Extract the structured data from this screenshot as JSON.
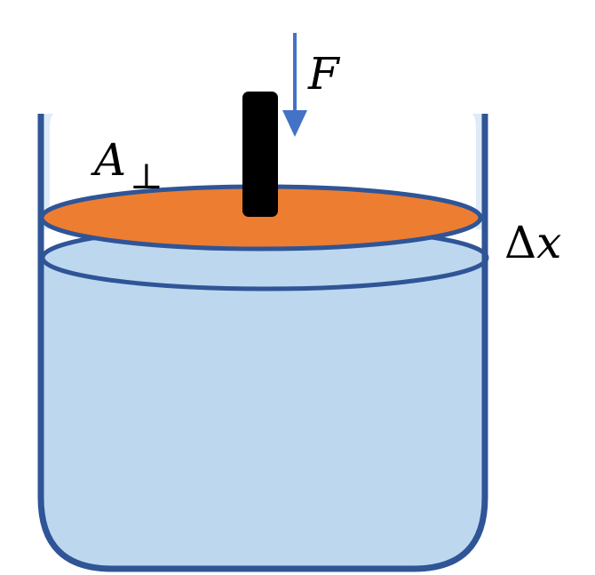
{
  "labels": {
    "force": "F",
    "area_base": "A",
    "area_subscript": "⊥",
    "displacement_delta": "Δ",
    "displacement_var": "x"
  },
  "colors": {
    "container_outline": "#2F5597",
    "liquid_fill": "#BDD7EE",
    "container_inner_top": "#DDEBF7",
    "piston_fill": "#ED7D31",
    "rod_fill": "#000000",
    "arrow": "#4472C4"
  }
}
